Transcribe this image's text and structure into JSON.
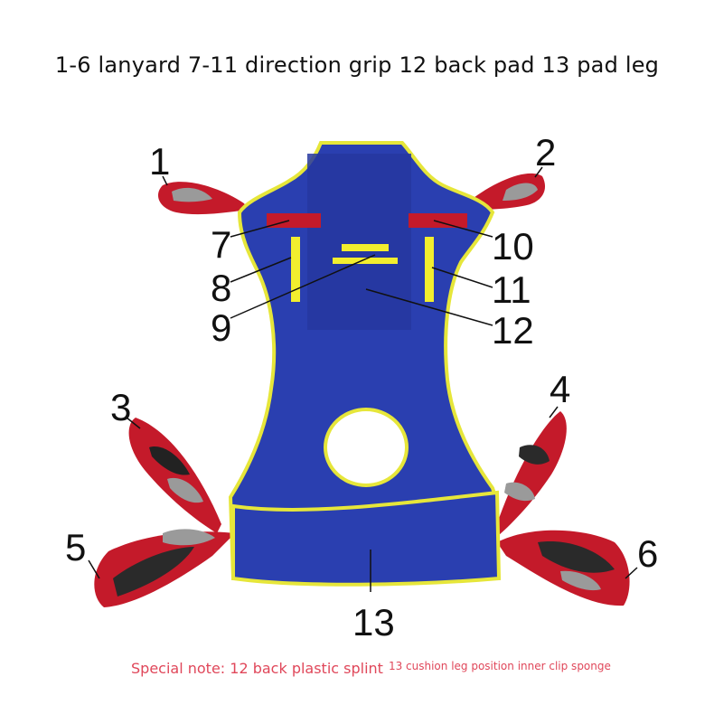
{
  "title": "1-6 lanyard 7-11 direction grip 12 back pad 13 pad leg",
  "callouts": [
    "1",
    "2",
    "3",
    "4",
    "5",
    "6",
    "7",
    "8",
    "9",
    "10",
    "11",
    "12",
    "13"
  ],
  "note": {
    "main": "Special note: 12 back plastic splint",
    "secondary": "13 cushion leg position inner clip sponge"
  },
  "colors": {
    "fabric": "#2a3fb0",
    "fabric_dark": "#1f2f8f",
    "trim": "#e6e63a",
    "strap": "#c41a2a",
    "strap_inner": "#8a8a8a",
    "handle": "#f2ee2e",
    "note": "#e0475a"
  }
}
